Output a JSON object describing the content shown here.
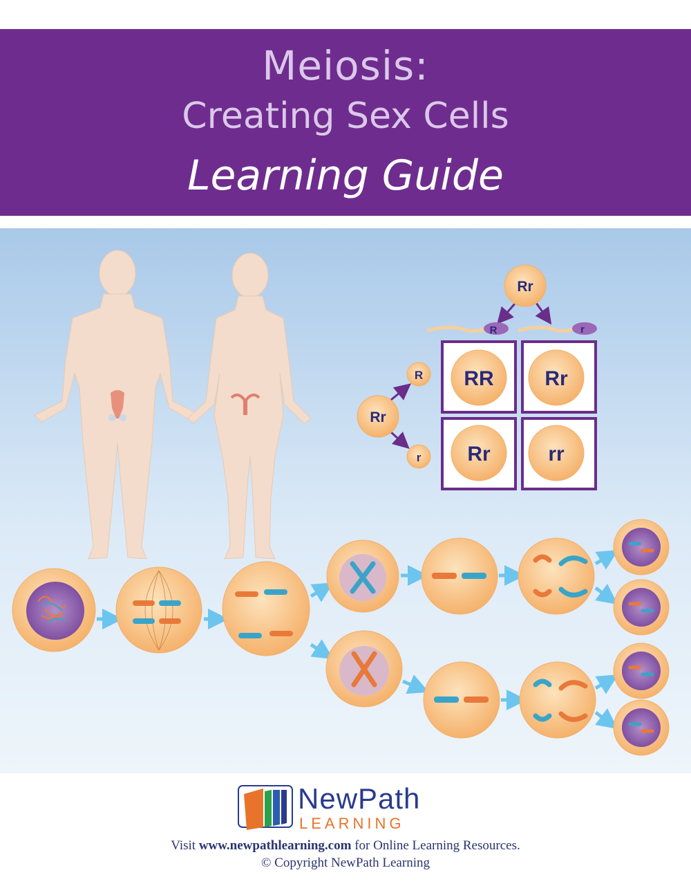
{
  "header": {
    "title_line1": "Meiosis:",
    "title_line2": "Creating Sex Cells",
    "subtitle": "Learning Guide"
  },
  "punnett": {
    "parent_top": "Rr",
    "parent_left": "Rr",
    "sperm_alleles": [
      "R",
      "r"
    ],
    "egg_alleles": [
      "R",
      "r"
    ],
    "cells": [
      "RR",
      "Rr",
      "Rr",
      "rr"
    ]
  },
  "footer": {
    "logo_word1": "NewPath",
    "logo_word2": "LEARNING",
    "visit_prefix": "Visit ",
    "visit_url": "www.newpathlearning.com",
    "visit_suffix": " for Online Learning Resources.",
    "copyright": "© Copyright NewPath Learning"
  },
  "colors": {
    "band": "#6e2d8e",
    "cell": "#f9c98a",
    "allele_text": "#2b2a78"
  }
}
